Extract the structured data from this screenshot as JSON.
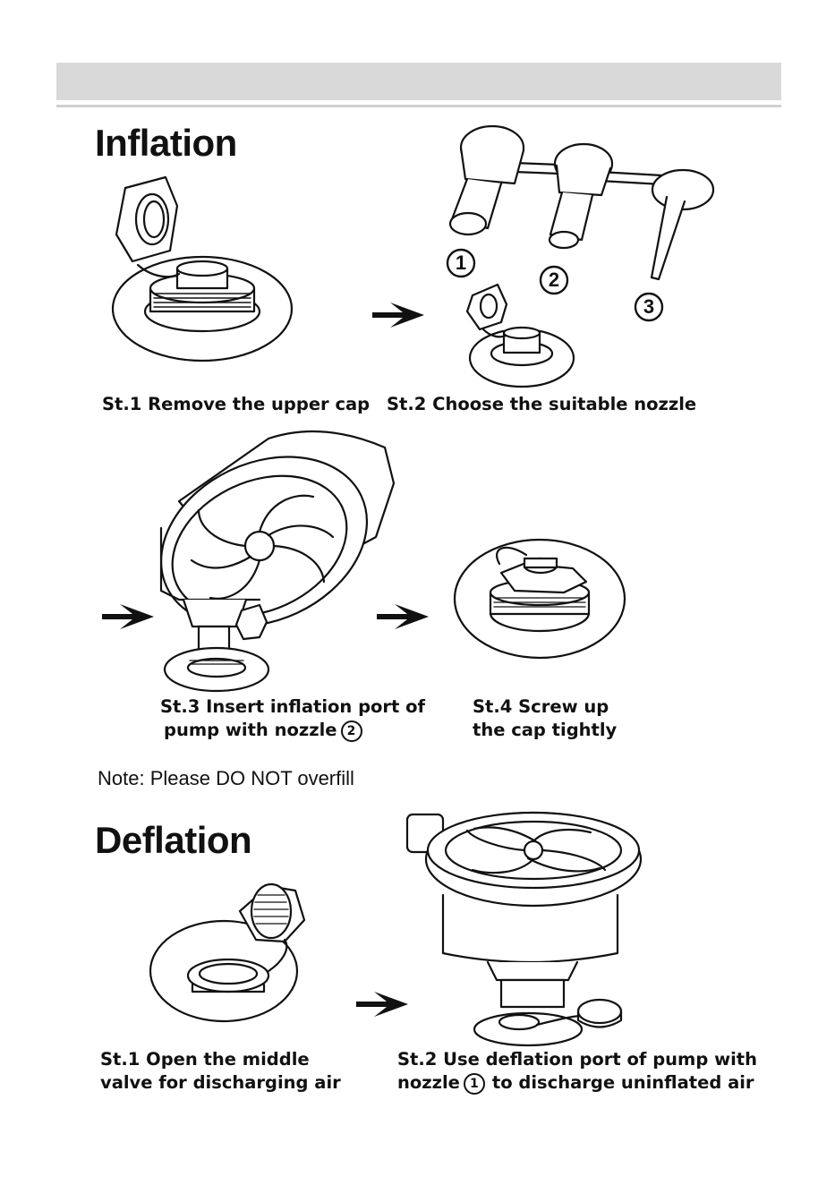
{
  "inflation": {
    "title": "Inflation",
    "step1": "St.1 Remove the upper cap",
    "step2": "St.2 Choose the suitable nozzle",
    "nozzles": [
      "1",
      "2",
      "3"
    ],
    "step3_line1": "St.3 Insert inflation port of",
    "step3_line2": "pump with nozzle",
    "step3_num": "2",
    "step4_line1": "St.4 Screw up",
    "step4_line2": "the cap tightly"
  },
  "note": "Note: Please DO NOT overfill",
  "deflation": {
    "title": "Deflation",
    "step1_line1": "St.1 Open the middle",
    "step1_line2": "valve for discharging air",
    "step2_line1": "St.2 Use deflation port of pump with",
    "step2_line2_pre": "nozzle",
    "step2_num": "1",
    "step2_line2_post": "to discharge uninflated air"
  },
  "colors": {
    "header_bar": "#d9d9d9",
    "ink": "#111111"
  }
}
